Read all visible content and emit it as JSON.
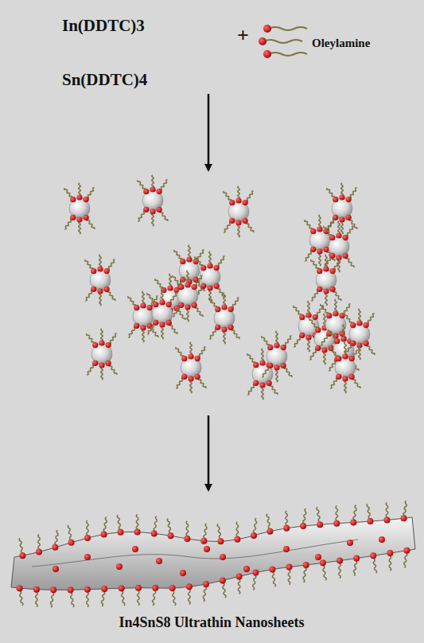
{
  "diagram": {
    "labels": [
      "In(DDTC)3",
      "Sn(DDTC)4",
      "+",
      "Oleylamine",
      "In4SnS8 Ultrathin Nanosheets"
    ]
  }
}
